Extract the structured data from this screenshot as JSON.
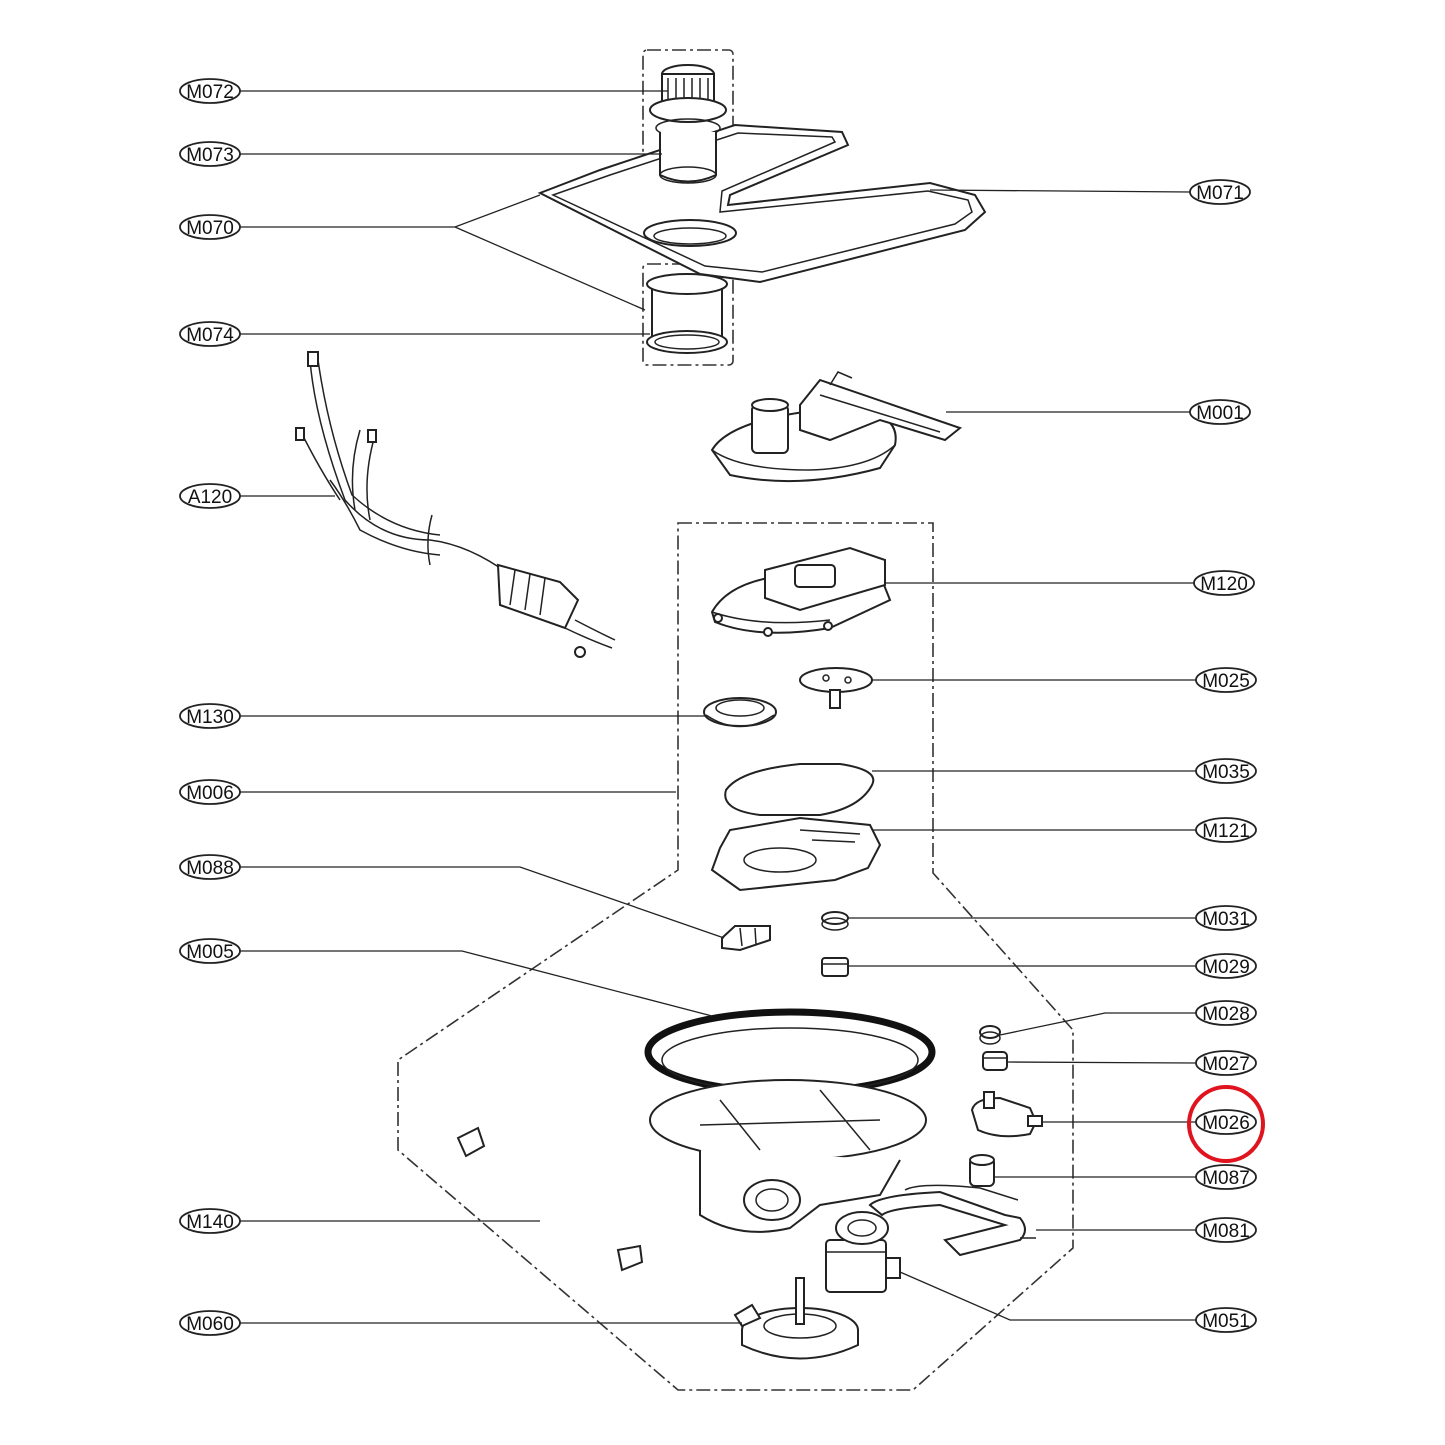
{
  "labels": {
    "M072": "M072",
    "M073": "M073",
    "M070": "M070",
    "M074": "M074",
    "A120": "A120",
    "M130": "M130",
    "M006": "M006",
    "M088": "M088",
    "M005": "M005",
    "M140": "M140",
    "M060": "M060",
    "M071": "M071",
    "M001": "M001",
    "M120": "M120",
    "M025": "M025",
    "M035": "M035",
    "M121": "M121",
    "M031": "M031",
    "M029": "M029",
    "M028": "M028",
    "M027": "M027",
    "M026": "M026",
    "M087": "M087",
    "M081": "M081",
    "M051": "M051"
  },
  "highlight": {
    "part": "M026",
    "color": "#e0141e"
  }
}
